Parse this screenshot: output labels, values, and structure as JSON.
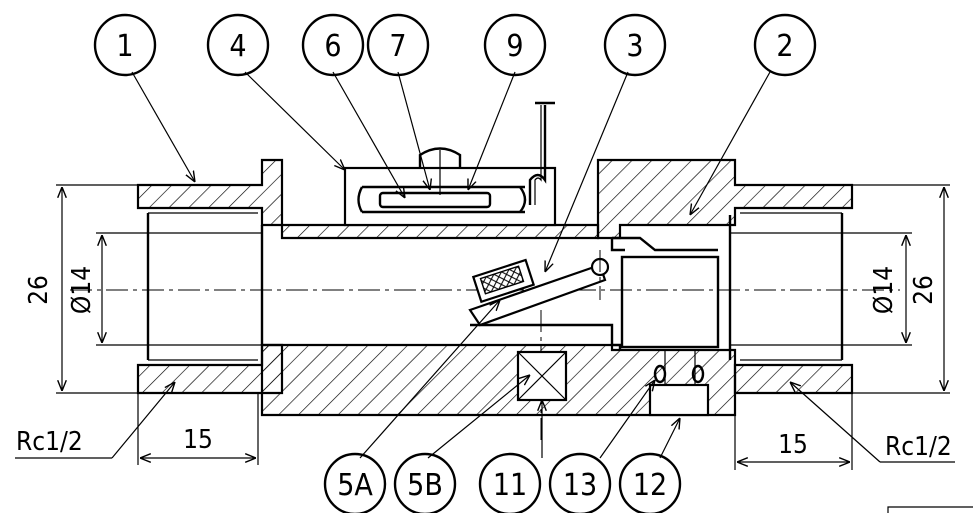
{
  "callouts": [
    "1",
    "4",
    "6",
    "7",
    "9",
    "3",
    "2",
    "5A",
    "5B",
    "11",
    "13",
    "12"
  ],
  "dimensions": {
    "outer_left": "26",
    "bore_left": "Ø14",
    "bore_right": "Ø14",
    "outer_right": "26",
    "thread_left": "Rc1/2",
    "thread_right": "Rc1/2",
    "length_left": "15",
    "length_right": "15"
  }
}
